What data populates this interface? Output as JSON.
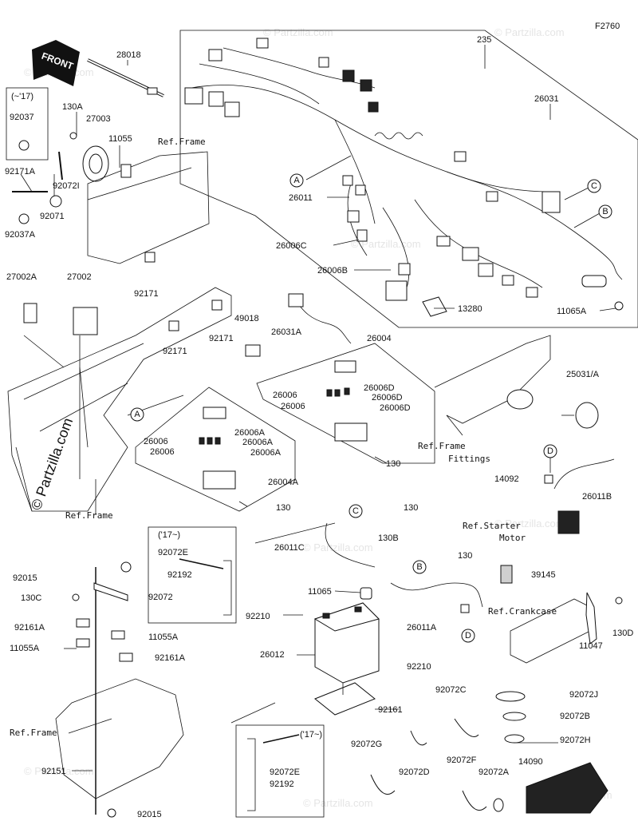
{
  "figure_code": "F2760",
  "watermark": "© Partzilla.com",
  "side_watermark": "© Partzilla.com",
  "front_label": "FRONT",
  "callouts": {
    "A": "A",
    "B": "B",
    "C": "C",
    "D": "D"
  },
  "ref_labels": {
    "frame_top": "Ref.Frame",
    "frame_mid": "Ref.Frame",
    "frame_bottom": "Ref.Frame",
    "frame_fittings_1": "Ref.Frame",
    "frame_fittings_2": "Fittings",
    "starter_1": "Ref.Starter",
    "starter_2": "Motor",
    "crankcase": "Ref.Crankcase"
  },
  "year_notes": {
    "to_17": "(~'17)",
    "from_17_a": "('17~)",
    "from_17_b": "('17~)"
  },
  "parts": {
    "p235": "235",
    "p26031": "26031",
    "p28018": "28018",
    "p27003": "27003",
    "p130A": "130A",
    "p11055": "11055",
    "p92037": "92037",
    "p92171A": "92171A",
    "p92072I": "92072I",
    "p92071": "92071",
    "p92037A": "92037A",
    "p92171a": "92171",
    "p92171b": "92171",
    "p92171c": "92171",
    "p27002A": "27002A",
    "p27002": "27002",
    "p49018": "49018",
    "p26031A": "26031A",
    "p26011": "26011",
    "p26006C": "26006C",
    "p26006B": "26006B",
    "p13280": "13280",
    "p11065A": "11065A",
    "p26004": "26004",
    "p26006a": "26006",
    "p26006D1": "26006D",
    "p26006D2": "26006D",
    "p26006b": "26006",
    "p26006D3": "26006D",
    "p26006c": "26006",
    "p26006A1": "26006A",
    "p26006A2": "26006A",
    "p26006d": "26006",
    "p26006A3": "26006A",
    "p26004A": "26004A",
    "p130a": "130",
    "p130b": "130",
    "p130c": "130",
    "p130d": "130",
    "p25031": "25031/A",
    "p14092": "14092",
    "p26011B": "26011B",
    "p92072E1": "92072E",
    "p92192a": "92192",
    "p92015a": "92015",
    "p92072": "92072",
    "p130C": "130C",
    "p92161A1": "92161A",
    "p11055A1": "11055A",
    "p11055A2": "11055A",
    "p92161A2": "92161A",
    "p26011C": "26011C",
    "p130B": "130B",
    "p11065": "11065",
    "p92210a": "92210",
    "p26011A": "26011A",
    "p39145": "39145",
    "p26012": "26012",
    "p92210b": "92210",
    "p11047": "11047",
    "p130D": "130D",
    "p92161": "92161",
    "p92072C": "92072C",
    "p92072J": "92072J",
    "p92072B": "92072B",
    "p92072H": "92072H",
    "p92072G": "92072G",
    "p92072D": "92072D",
    "p92072F": "92072F",
    "p92072A": "92072A",
    "p14090": "14090",
    "p92151": "92151",
    "p92015b": "92015",
    "p92072E2": "92072E",
    "p92192b": "92192"
  }
}
